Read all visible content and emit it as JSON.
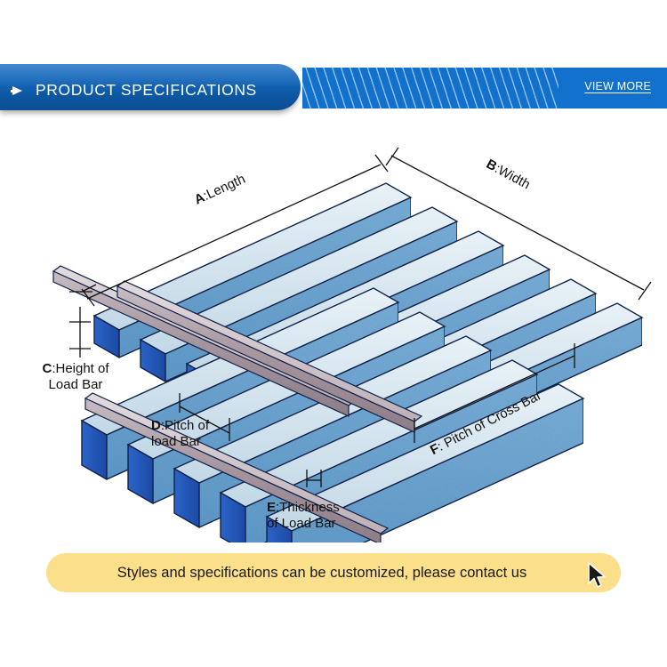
{
  "header": {
    "tab_label": "PRODUCT SPECIFICATIONS",
    "arrow_icon": "play-triangle-icon",
    "view_more_label": "VIEW MORE",
    "tab_color": "#0d56a0",
    "band_color": "#1271cd",
    "hatch_color": "#ffffff"
  },
  "diagram": {
    "type": "steel-grating-isometric",
    "colors": {
      "bar_face": "#6fa8d6",
      "bar_top": "#cfe2ee",
      "bar_end": "#2257bd",
      "cross_bar": "#a89aa3",
      "outline": "#10214a",
      "background": "#ffffff"
    },
    "labels": {
      "a": {
        "key": "A",
        "text": ":Length"
      },
      "b": {
        "key": "B",
        "text": ":Width"
      },
      "c": {
        "key": "C",
        "line1": ":Height of",
        "line2": "Load Bar"
      },
      "d": {
        "key": "D",
        "line1": ":Pitch of",
        "line2": "load Bar"
      },
      "e": {
        "key": "E",
        "line1": ":Thickness",
        "line2": "of Load Bar"
      },
      "f": {
        "key": "F",
        "text": ": Pitch of Cross Bar"
      }
    }
  },
  "banner": {
    "text": "Styles and specifications can be customized, please contact us",
    "bg_color": "#fbdf8a",
    "cursor_icon": "mouse-pointer-icon"
  }
}
